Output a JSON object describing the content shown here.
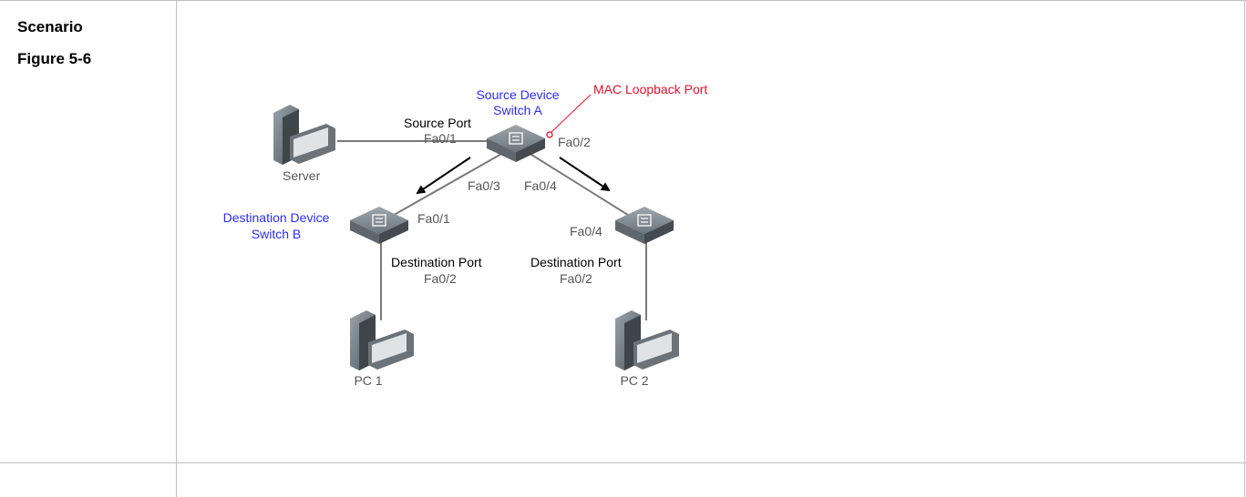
{
  "table": {
    "row_label": "Scenario",
    "figure_label": "Figure 5-6"
  },
  "diagram": {
    "source_device": "Source Device",
    "source_switch": "Switch A",
    "mac_loopback_port": "MAC Loopback Port",
    "source_port_label": "Source Port",
    "source_port": "Fa0/1",
    "switch_a_fa02": "Fa0/2",
    "switch_a_fa03": "Fa0/3",
    "switch_a_fa04": "Fa0/4",
    "server": "Server",
    "destination_device": "Destination Device",
    "destination_switch_b": "Switch B",
    "switch_b_uplink": "Fa0/1",
    "dest_port_label_b": "Destination Port",
    "dest_port_b": "Fa0/2",
    "switch_c_uplink": "Fa0/4",
    "dest_port_label_c": "Destination Port",
    "dest_port_c": "Fa0/2",
    "pc1": "PC 1",
    "pc2": "PC 2",
    "colors": {
      "device_blue": "#2b2bff",
      "loopback_red": "#e8102b",
      "port_gray": "#555555"
    }
  }
}
